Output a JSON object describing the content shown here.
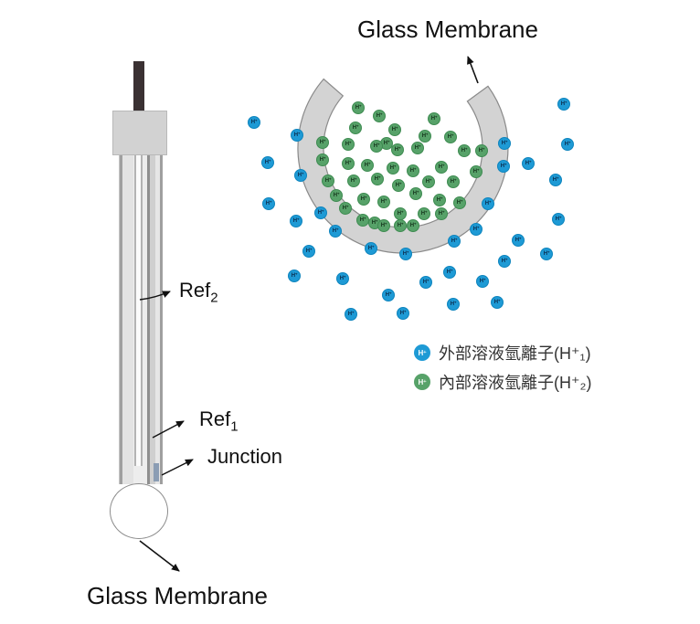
{
  "title_top": "Glass Membrane",
  "electrode": {
    "label_ref2_base": "Ref",
    "label_ref2_sub": "2",
    "label_ref1_base": "Ref",
    "label_ref1_sub": "1",
    "label_junction": "Junction",
    "label_glass_membrane": "Glass Membrane"
  },
  "legend": {
    "items": [
      {
        "type": "external-solution",
        "symbol": "H⁺",
        "label": "外部溶液氫離子(H⁺₁)",
        "color": "#1e9ad5"
      },
      {
        "type": "internal-solution",
        "symbol": "H⁺",
        "label": "內部溶液氫離子(H⁺₂)",
        "color": "#57a269"
      }
    ]
  },
  "ions": {
    "symbol": "H⁺",
    "external_blue": [
      [
        278,
        134
      ],
      [
        293,
        178
      ],
      [
        294,
        223
      ],
      [
        324,
        242
      ],
      [
        338,
        275
      ],
      [
        322,
        302
      ],
      [
        375,
        305
      ],
      [
        384,
        344
      ],
      [
        425,
        323
      ],
      [
        441,
        343
      ],
      [
        466,
        309
      ],
      [
        492,
        298
      ],
      [
        496,
        333
      ],
      [
        528,
        308
      ],
      [
        544,
        331
      ],
      [
        552,
        286
      ],
      [
        567,
        263
      ],
      [
        578,
        179
      ],
      [
        598,
        278
      ],
      [
        608,
        197
      ],
      [
        611,
        240
      ],
      [
        617,
        114
      ],
      [
        621,
        158
      ],
      [
        325,
        148
      ],
      [
        329,
        192
      ],
      [
        351,
        233
      ],
      [
        367,
        253
      ],
      [
        406,
        272
      ],
      [
        444,
        278
      ],
      [
        497,
        264
      ],
      [
        521,
        251
      ],
      [
        534,
        223
      ],
      [
        551,
        182
      ],
      [
        552,
        157
      ]
    ],
    "internal_green": [
      [
        392,
        118
      ],
      [
        415,
        127
      ],
      [
        475,
        130
      ],
      [
        389,
        140
      ],
      [
        432,
        142
      ],
      [
        353,
        156
      ],
      [
        381,
        158
      ],
      [
        423,
        157
      ],
      [
        412,
        160
      ],
      [
        465,
        149
      ],
      [
        493,
        150
      ],
      [
        435,
        164
      ],
      [
        457,
        162
      ],
      [
        508,
        165
      ],
      [
        527,
        165
      ],
      [
        353,
        175
      ],
      [
        381,
        179
      ],
      [
        402,
        181
      ],
      [
        430,
        184
      ],
      [
        452,
        187
      ],
      [
        483,
        183
      ],
      [
        521,
        188
      ],
      [
        359,
        198
      ],
      [
        387,
        198
      ],
      [
        413,
        196
      ],
      [
        436,
        203
      ],
      [
        469,
        199
      ],
      [
        496,
        199
      ],
      [
        368,
        214
      ],
      [
        398,
        218
      ],
      [
        420,
        221
      ],
      [
        455,
        212
      ],
      [
        481,
        219
      ],
      [
        503,
        222
      ],
      [
        378,
        228
      ],
      [
        438,
        234
      ],
      [
        464,
        234
      ],
      [
        483,
        234
      ],
      [
        397,
        241
      ],
      [
        410,
        244
      ],
      [
        420,
        247
      ],
      [
        438,
        247
      ],
      [
        452,
        247
      ]
    ]
  },
  "colors": {
    "ion_blue": "#1e9ad5",
    "ion_blue_border": "#0d84bd",
    "ion_green": "#57a269",
    "ion_green_border": "#3e8b51",
    "membrane_fill": "#d3d3d3",
    "membrane_stroke": "#8a8a8a",
    "label_text": "#111111"
  }
}
